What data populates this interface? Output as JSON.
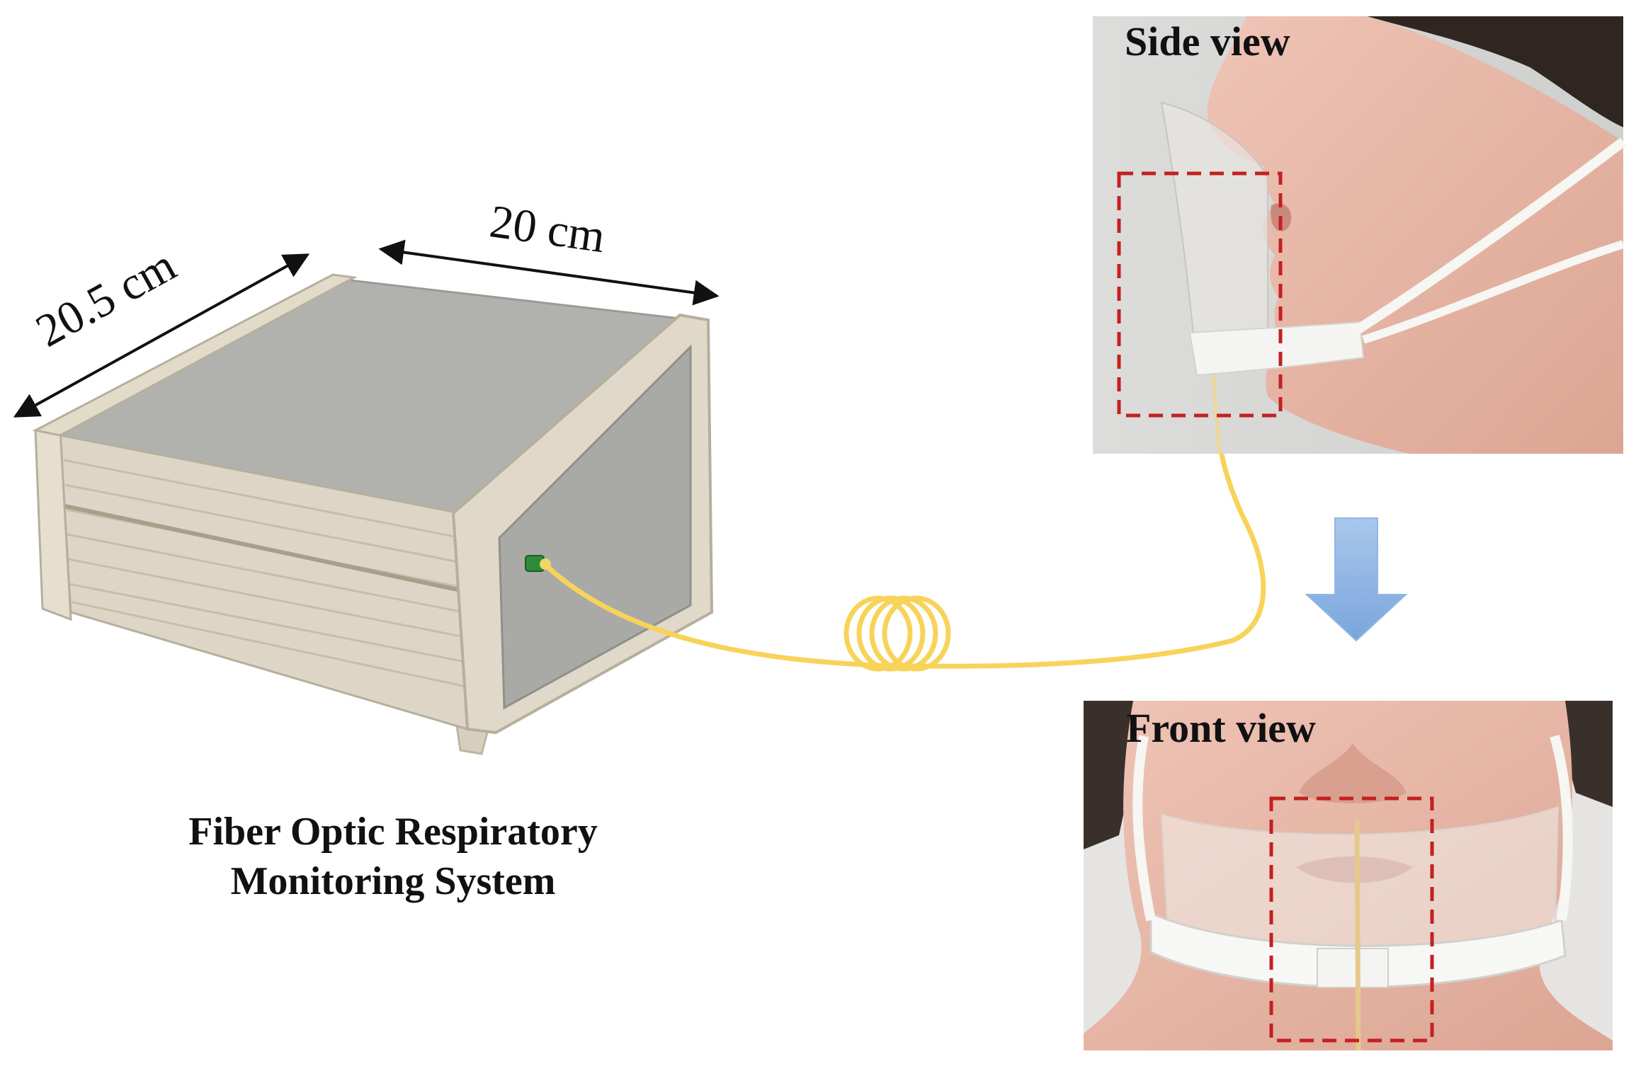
{
  "labels": {
    "width_dimension": "20.5 cm",
    "depth_dimension": "20 cm",
    "side_view": "Side view",
    "front_view": "Front view",
    "caption_line1": "Fiber Optic Respiratory",
    "caption_line2": "Monitoring System"
  },
  "colors": {
    "fiber": "#f7d35a",
    "highlight_box": "#c42020",
    "flow_arrow": "#8fb6e3",
    "device_body": "#ddd6c6",
    "device_panel": "#a9aaa6"
  },
  "icons": {
    "flow_arrow": "down-arrow-icon",
    "connector": "fiber-connector-icon"
  }
}
